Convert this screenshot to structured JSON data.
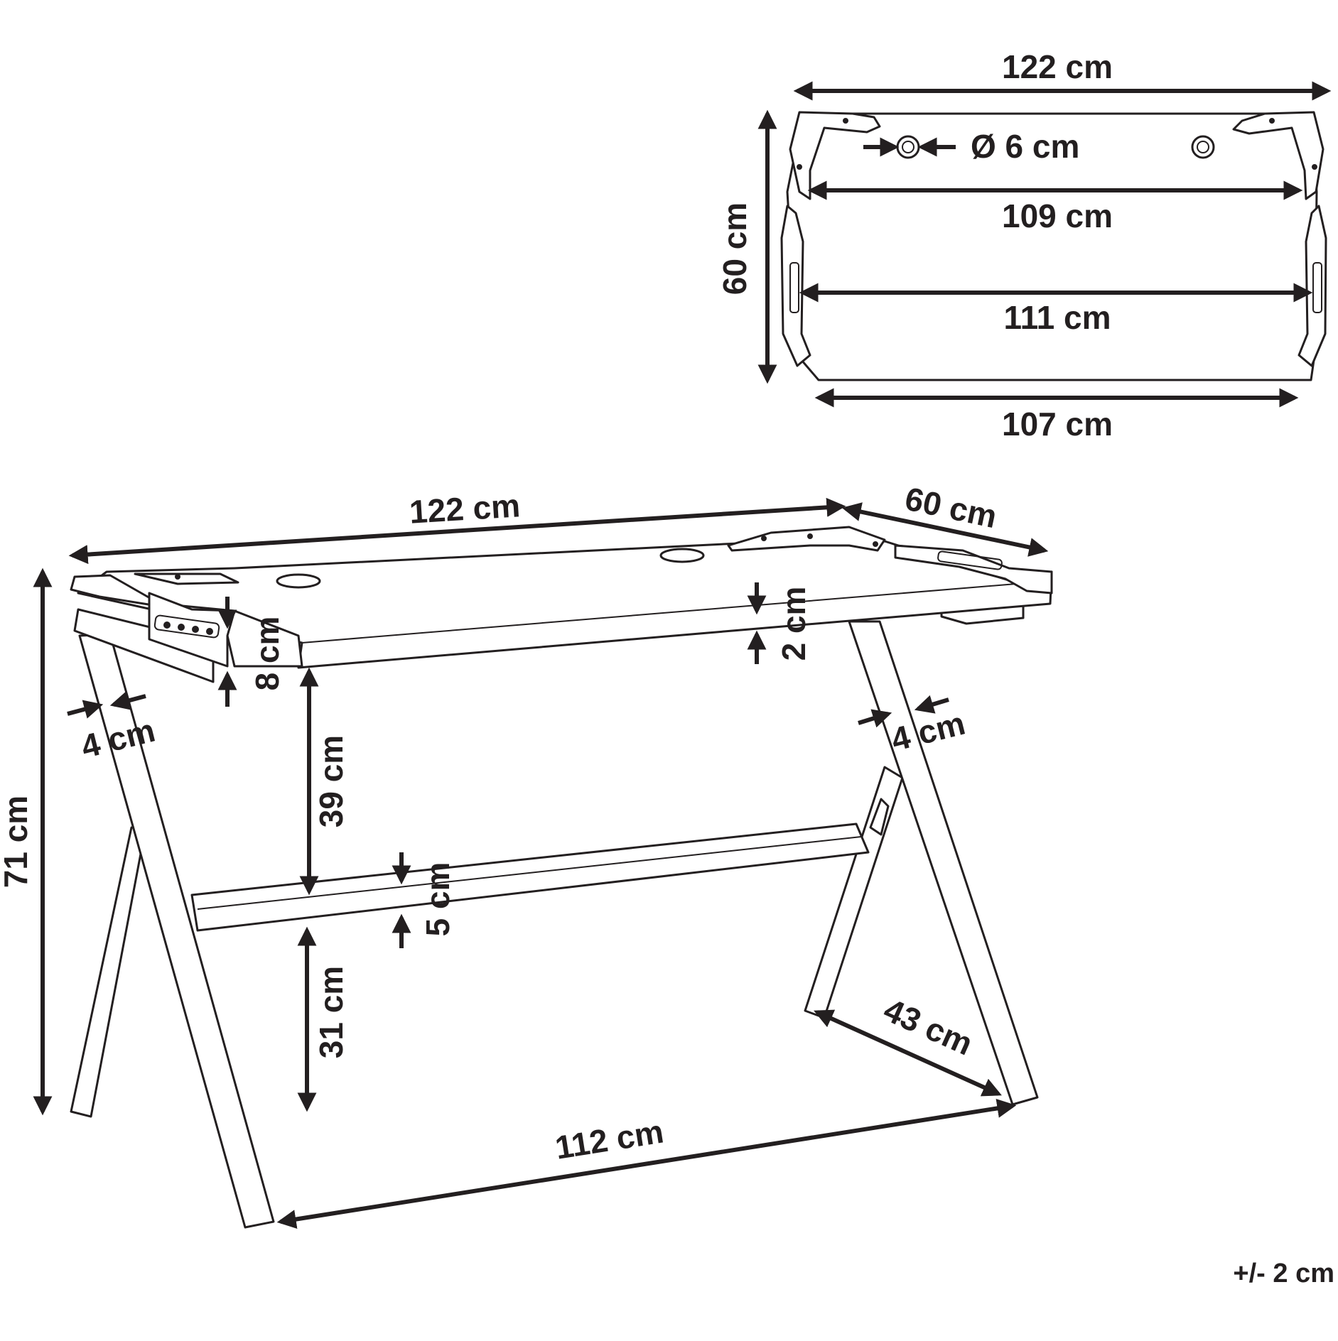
{
  "top_view": {
    "width_label": "122 cm",
    "depth_label": "60 cm",
    "hole_label": "Ø 6 cm",
    "inner_width_label": "109 cm",
    "leg_span_label": "111 cm",
    "bottom_width_label": "107 cm"
  },
  "perspective_view": {
    "top_width_label": "122 cm",
    "top_depth_label": "60 cm",
    "board_thickness_label": "2 cm",
    "rail_height_label": "8 cm",
    "leg_width_left_label": "4 cm",
    "leg_width_right_label": "4 cm",
    "upper_clearance_label": "39 cm",
    "crossbar_label": "5 cm",
    "lower_clearance_label": "31 cm",
    "total_height_label": "71 cm",
    "foot_span_label": "112 cm",
    "foot_depth_label": "43 cm"
  },
  "tolerance_label": "+/- 2 cm",
  "colors": {
    "ink": "#231f20",
    "background": "#ffffff"
  }
}
